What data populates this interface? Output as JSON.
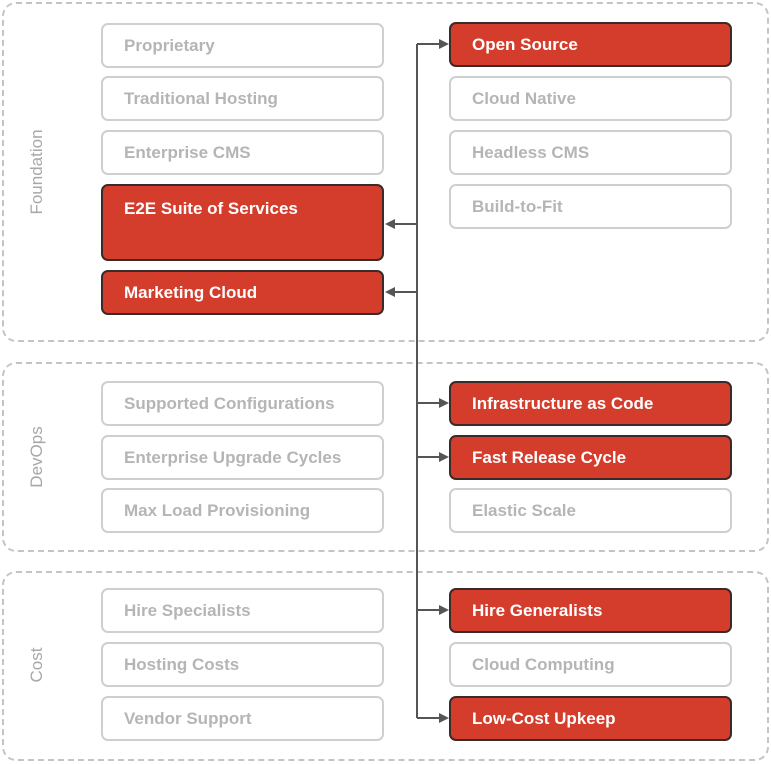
{
  "groups": {
    "foundation": "Foundation",
    "devops": "DevOps",
    "cost": "Cost"
  },
  "colors": {
    "selected_fill": "#d43c2c",
    "selected_border": "#3a2a28",
    "unselected_text": "#b5b5b5",
    "unselected_border": "#cfcfcf",
    "group_border": "#c4c4c4",
    "connector": "#555555"
  },
  "boxes": {
    "proprietary": "Proprietary",
    "open_source": "Open Source",
    "traditional_hosting": "Traditional Hosting",
    "cloud_native": "Cloud Native",
    "enterprise_cms": "Enterprise CMS",
    "headless_cms": "Headless CMS",
    "e2e_suite": "E2E Suite of Services",
    "build_to_fit": "Build-to-Fit",
    "marketing_cloud": "Marketing Cloud",
    "supported_configurations": "Supported Configurations",
    "infrastructure_as_code": "Infrastructure as Code",
    "enterprise_upgrade_cycles": "Enterprise Upgrade Cycles",
    "fast_release_cycle": "Fast Release Cycle",
    "max_load_provisioning": "Max Load Provisioning",
    "elastic_scale": "Elastic Scale",
    "hire_specialists": "Hire Specialists",
    "hire_generalists": "Hire Generalists",
    "hosting_costs": "Hosting Costs",
    "cloud_computing": "Cloud Computing",
    "vendor_support": "Vendor Support",
    "low_cost_upkeep": "Low-Cost Upkeep"
  }
}
